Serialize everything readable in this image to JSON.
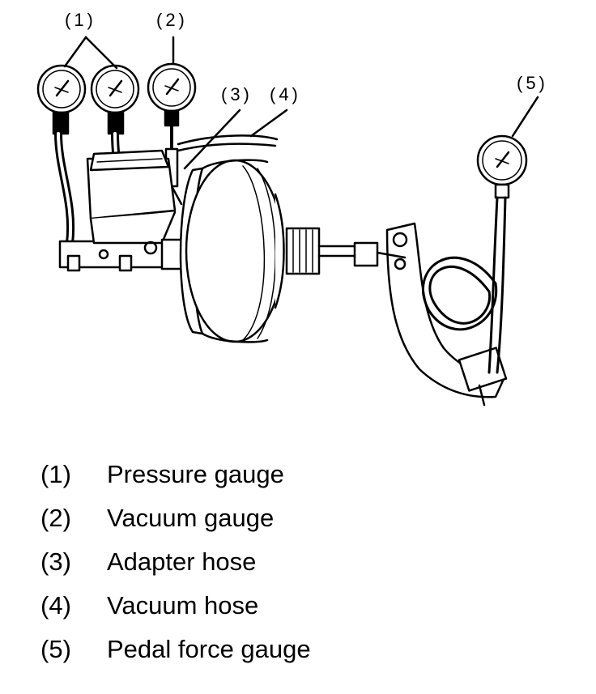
{
  "callouts": {
    "c1": "(1)",
    "c2": "(2)",
    "c3": "(3)",
    "c4": "(4)",
    "c5": "(5)"
  },
  "legend": [
    {
      "num": "(1)",
      "text": "Pressure gauge"
    },
    {
      "num": "(2)",
      "text": "Vacuum gauge"
    },
    {
      "num": "(3)",
      "text": "Adapter hose"
    },
    {
      "num": "(4)",
      "text": "Vacuum hose"
    },
    {
      "num": "(5)",
      "text": "Pedal force gauge"
    }
  ]
}
